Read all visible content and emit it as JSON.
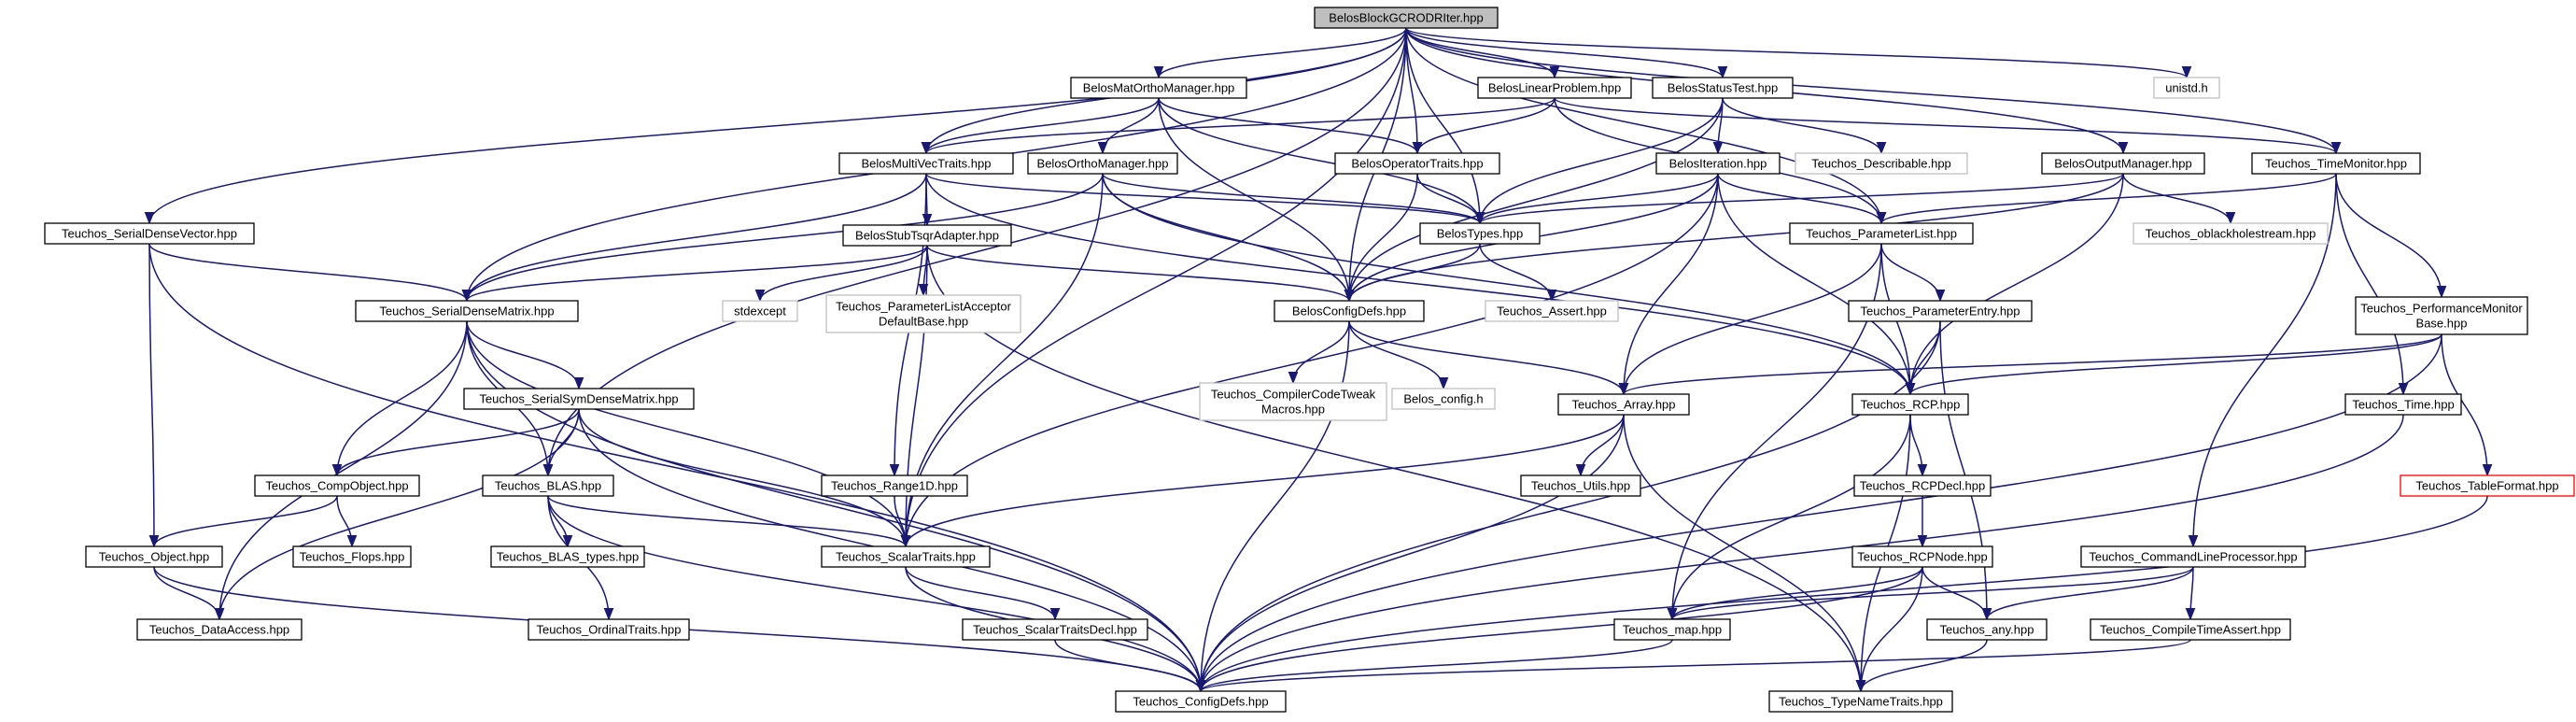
{
  "graph": {
    "root": "BelosBlockGCRODRIter.hpp",
    "nodes": [
      {
        "id": "n00",
        "label": "BelosBlockGCRODRIter.hpp",
        "kind": "root"
      },
      {
        "id": "n01",
        "label": "BelosMatOrthoManager.hpp",
        "kind": "file"
      },
      {
        "id": "n02",
        "label": "BelosLinearProblem.hpp",
        "kind": "file"
      },
      {
        "id": "n03",
        "label": "BelosStatusTest.hpp",
        "kind": "file"
      },
      {
        "id": "n04",
        "label": "unistd.h",
        "kind": "system"
      },
      {
        "id": "n05",
        "label": "Teuchos_SerialDenseVector.hpp",
        "kind": "file"
      },
      {
        "id": "n06",
        "label": "BelosMultiVecTraits.hpp",
        "kind": "file"
      },
      {
        "id": "n07",
        "label": "BelosOrthoManager.hpp",
        "kind": "file"
      },
      {
        "id": "n08",
        "label": "BelosOperatorTraits.hpp",
        "kind": "file"
      },
      {
        "id": "n09",
        "label": "BelosIteration.hpp",
        "kind": "file"
      },
      {
        "id": "n10",
        "label": "Teuchos_Describable.hpp",
        "kind": "system"
      },
      {
        "id": "n11",
        "label": "BelosOutputManager.hpp",
        "kind": "file"
      },
      {
        "id": "n12",
        "label": "Teuchos_TimeMonitor.hpp",
        "kind": "file"
      },
      {
        "id": "n13",
        "label": "BelosStubTsqrAdapter.hpp",
        "kind": "file"
      },
      {
        "id": "n14",
        "label": "BelosTypes.hpp",
        "kind": "file"
      },
      {
        "id": "n15",
        "label": "Teuchos_ParameterList.hpp",
        "kind": "file"
      },
      {
        "id": "n16",
        "label": "Teuchos_oblackholestream.hpp",
        "kind": "system"
      },
      {
        "id": "n17",
        "label": "Teuchos_SerialDenseMatrix.hpp",
        "kind": "file"
      },
      {
        "id": "n18",
        "label": "stdexcept",
        "kind": "system"
      },
      {
        "id": "n19",
        "label": "Teuchos_ParameterListAcceptorDefaultBase.hpp",
        "lines": [
          "Teuchos_ParameterListAcceptor",
          "DefaultBase.hpp"
        ],
        "kind": "system"
      },
      {
        "id": "n20",
        "label": "BelosConfigDefs.hpp",
        "kind": "file"
      },
      {
        "id": "n21",
        "label": "Teuchos_Assert.hpp",
        "kind": "system"
      },
      {
        "id": "n22",
        "label": "Teuchos_ParameterEntry.hpp",
        "kind": "file"
      },
      {
        "id": "n23",
        "label": "Teuchos_PerformanceMonitorBase.hpp",
        "lines": [
          "Teuchos_PerformanceMonitor",
          "Base.hpp"
        ],
        "kind": "file"
      },
      {
        "id": "n24",
        "label": "Teuchos_SerialSymDenseMatrix.hpp",
        "kind": "file"
      },
      {
        "id": "n25",
        "label": "Teuchos_CompilerCodeTweakMacros.hpp",
        "lines": [
          "Teuchos_CompilerCodeTweak",
          "Macros.hpp"
        ],
        "kind": "system"
      },
      {
        "id": "n26",
        "label": "Belos_config.h",
        "kind": "system"
      },
      {
        "id": "n27",
        "label": "Teuchos_Array.hpp",
        "kind": "file"
      },
      {
        "id": "n28",
        "label": "Teuchos_RCP.hpp",
        "kind": "file"
      },
      {
        "id": "n29",
        "label": "Teuchos_Time.hpp",
        "kind": "file"
      },
      {
        "id": "n30",
        "label": "Teuchos_CompObject.hpp",
        "kind": "file"
      },
      {
        "id": "n31",
        "label": "Teuchos_BLAS.hpp",
        "kind": "file"
      },
      {
        "id": "n32",
        "label": "Teuchos_Range1D.hpp",
        "kind": "file"
      },
      {
        "id": "n33",
        "label": "Teuchos_Utils.hpp",
        "kind": "file"
      },
      {
        "id": "n34",
        "label": "Teuchos_RCPDecl.hpp",
        "kind": "file"
      },
      {
        "id": "n35",
        "label": "Teuchos_TableFormat.hpp",
        "kind": "truncated"
      },
      {
        "id": "n36",
        "label": "Teuchos_Object.hpp",
        "kind": "file"
      },
      {
        "id": "n37",
        "label": "Teuchos_Flops.hpp",
        "kind": "file"
      },
      {
        "id": "n38",
        "label": "Teuchos_BLAS_types.hpp",
        "kind": "file"
      },
      {
        "id": "n39",
        "label": "Teuchos_ScalarTraits.hpp",
        "kind": "file"
      },
      {
        "id": "n40",
        "label": "Teuchos_RCPNode.hpp",
        "kind": "file"
      },
      {
        "id": "n41",
        "label": "Teuchos_CommandLineProcessor.hpp",
        "kind": "file"
      },
      {
        "id": "n42",
        "label": "Teuchos_DataAccess.hpp",
        "kind": "file"
      },
      {
        "id": "n43",
        "label": "Teuchos_OrdinalTraits.hpp",
        "kind": "file"
      },
      {
        "id": "n44",
        "label": "Teuchos_ScalarTraitsDecl.hpp",
        "kind": "file"
      },
      {
        "id": "n45",
        "label": "Teuchos_map.hpp",
        "kind": "file"
      },
      {
        "id": "n46",
        "label": "Teuchos_any.hpp",
        "kind": "file"
      },
      {
        "id": "n47",
        "label": "Teuchos_CompileTimeAssert.hpp",
        "kind": "file"
      },
      {
        "id": "n48",
        "label": "Teuchos_ConfigDefs.hpp",
        "kind": "file"
      },
      {
        "id": "n49",
        "label": "Teuchos_TypeNameTraits.hpp",
        "kind": "file"
      }
    ],
    "edges": [
      [
        "n00",
        "n01"
      ],
      [
        "n00",
        "n02"
      ],
      [
        "n00",
        "n03"
      ],
      [
        "n00",
        "n04"
      ],
      [
        "n00",
        "n05"
      ],
      [
        "n00",
        "n06"
      ],
      [
        "n00",
        "n08"
      ],
      [
        "n00",
        "n11"
      ],
      [
        "n00",
        "n12"
      ],
      [
        "n00",
        "n14"
      ],
      [
        "n00",
        "n15"
      ],
      [
        "n00",
        "n17"
      ],
      [
        "n00",
        "n20"
      ],
      [
        "n00",
        "n31"
      ],
      [
        "n00",
        "n39"
      ],
      [
        "n01",
        "n06"
      ],
      [
        "n01",
        "n07"
      ],
      [
        "n01",
        "n08"
      ],
      [
        "n01",
        "n14"
      ],
      [
        "n01",
        "n20"
      ],
      [
        "n02",
        "n06"
      ],
      [
        "n02",
        "n08"
      ],
      [
        "n02",
        "n15"
      ],
      [
        "n02",
        "n12"
      ],
      [
        "n03",
        "n09"
      ],
      [
        "n03",
        "n10"
      ],
      [
        "n03",
        "n14"
      ],
      [
        "n03",
        "n20"
      ],
      [
        "n05",
        "n17"
      ],
      [
        "n05",
        "n36"
      ],
      [
        "n05",
        "n48"
      ],
      [
        "n06",
        "n13"
      ],
      [
        "n06",
        "n14"
      ],
      [
        "n06",
        "n17"
      ],
      [
        "n06",
        "n32"
      ],
      [
        "n06",
        "n28"
      ],
      [
        "n07",
        "n14"
      ],
      [
        "n07",
        "n17"
      ],
      [
        "n07",
        "n20"
      ],
      [
        "n07",
        "n28"
      ],
      [
        "n07",
        "n39"
      ],
      [
        "n08",
        "n14"
      ],
      [
        "n08",
        "n20"
      ],
      [
        "n09",
        "n14"
      ],
      [
        "n09",
        "n15"
      ],
      [
        "n09",
        "n20"
      ],
      [
        "n09",
        "n27"
      ],
      [
        "n09",
        "n28"
      ],
      [
        "n09",
        "n39"
      ],
      [
        "n11",
        "n14"
      ],
      [
        "n11",
        "n16"
      ],
      [
        "n11",
        "n20"
      ],
      [
        "n11",
        "n28"
      ],
      [
        "n12",
        "n15"
      ],
      [
        "n12",
        "n23"
      ],
      [
        "n12",
        "n29"
      ],
      [
        "n12",
        "n41"
      ],
      [
        "n13",
        "n17"
      ],
      [
        "n13",
        "n18"
      ],
      [
        "n13",
        "n19"
      ],
      [
        "n13",
        "n20"
      ],
      [
        "n13",
        "n39"
      ],
      [
        "n13",
        "n49"
      ],
      [
        "n14",
        "n20"
      ],
      [
        "n14",
        "n21"
      ],
      [
        "n15",
        "n22"
      ],
      [
        "n15",
        "n27"
      ],
      [
        "n15",
        "n28"
      ],
      [
        "n15",
        "n45"
      ],
      [
        "n17",
        "n24"
      ],
      [
        "n17",
        "n30"
      ],
      [
        "n17",
        "n31"
      ],
      [
        "n17",
        "n39"
      ],
      [
        "n17",
        "n42"
      ],
      [
        "n17",
        "n48"
      ],
      [
        "n20",
        "n25"
      ],
      [
        "n20",
        "n26"
      ],
      [
        "n20",
        "n27"
      ],
      [
        "n20",
        "n48"
      ],
      [
        "n22",
        "n28"
      ],
      [
        "n22",
        "n46"
      ],
      [
        "n22",
        "n48"
      ],
      [
        "n23",
        "n27"
      ],
      [
        "n23",
        "n28"
      ],
      [
        "n23",
        "n35"
      ],
      [
        "n23",
        "n48"
      ],
      [
        "n24",
        "n30"
      ],
      [
        "n24",
        "n31"
      ],
      [
        "n24",
        "n39"
      ],
      [
        "n24",
        "n42"
      ],
      [
        "n24",
        "n48"
      ],
      [
        "n27",
        "n33"
      ],
      [
        "n27",
        "n39"
      ],
      [
        "n27",
        "n48"
      ],
      [
        "n27",
        "n49"
      ],
      [
        "n28",
        "n34"
      ],
      [
        "n28",
        "n45"
      ],
      [
        "n28",
        "n49"
      ],
      [
        "n29",
        "n48"
      ],
      [
        "n30",
        "n36"
      ],
      [
        "n30",
        "n37"
      ],
      [
        "n31",
        "n38"
      ],
      [
        "n31",
        "n39"
      ],
      [
        "n31",
        "n43"
      ],
      [
        "n31",
        "n48"
      ],
      [
        "n32",
        "n39"
      ],
      [
        "n34",
        "n40"
      ],
      [
        "n35",
        "n48"
      ],
      [
        "n36",
        "n42"
      ],
      [
        "n36",
        "n48"
      ],
      [
        "n39",
        "n44"
      ],
      [
        "n39",
        "n48"
      ],
      [
        "n40",
        "n45"
      ],
      [
        "n40",
        "n46"
      ],
      [
        "n40",
        "n48"
      ],
      [
        "n40",
        "n49"
      ],
      [
        "n41",
        "n45"
      ],
      [
        "n41",
        "n46"
      ],
      [
        "n41",
        "n47"
      ],
      [
        "n44",
        "n48"
      ],
      [
        "n45",
        "n48"
      ],
      [
        "n46",
        "n49"
      ],
      [
        "n47",
        "n48"
      ]
    ]
  }
}
